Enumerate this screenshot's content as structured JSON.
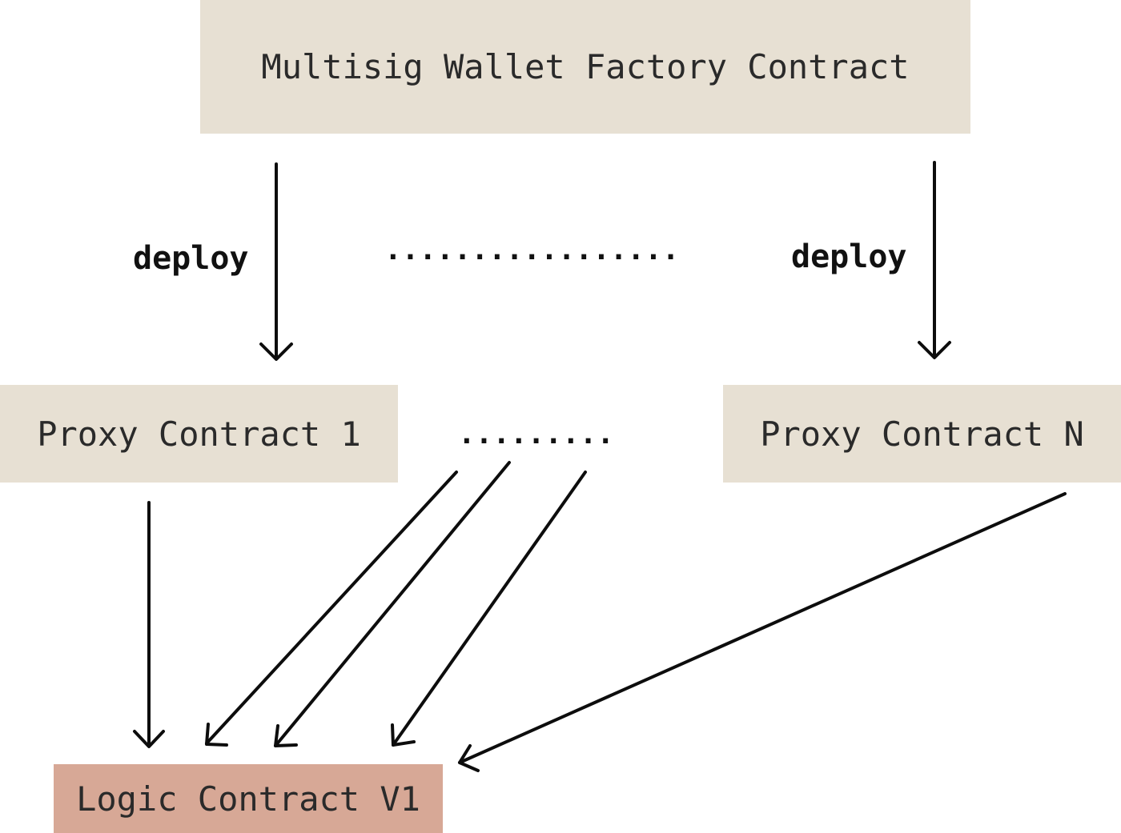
{
  "nodes": {
    "factory": {
      "label": "Multisig Wallet Factory Contract"
    },
    "proxy1": {
      "label": "Proxy Contract 1"
    },
    "proxyN": {
      "label": "Proxy Contract N"
    },
    "logic": {
      "label": "Logic Contract V1"
    }
  },
  "edge_labels": {
    "deploy_left": "deploy",
    "deploy_right": "deploy"
  },
  "ellipses": {
    "top": ".................",
    "middle": "........."
  },
  "colors": {
    "contract_box": "#e7e0d3",
    "logic_box": "#d7a896",
    "arrow": "#0d0d0d",
    "text": "#2a2a2a"
  },
  "edges": [
    {
      "from": "factory",
      "to": "proxy1",
      "label": "deploy"
    },
    {
      "from": "factory",
      "to": "proxyN",
      "label": "deploy"
    },
    {
      "from": "proxy1",
      "to": "logic"
    },
    {
      "from": "proxies",
      "to": "logic"
    },
    {
      "from": "proxies",
      "to": "logic"
    },
    {
      "from": "proxies",
      "to": "logic"
    },
    {
      "from": "proxyN",
      "to": "logic"
    }
  ]
}
